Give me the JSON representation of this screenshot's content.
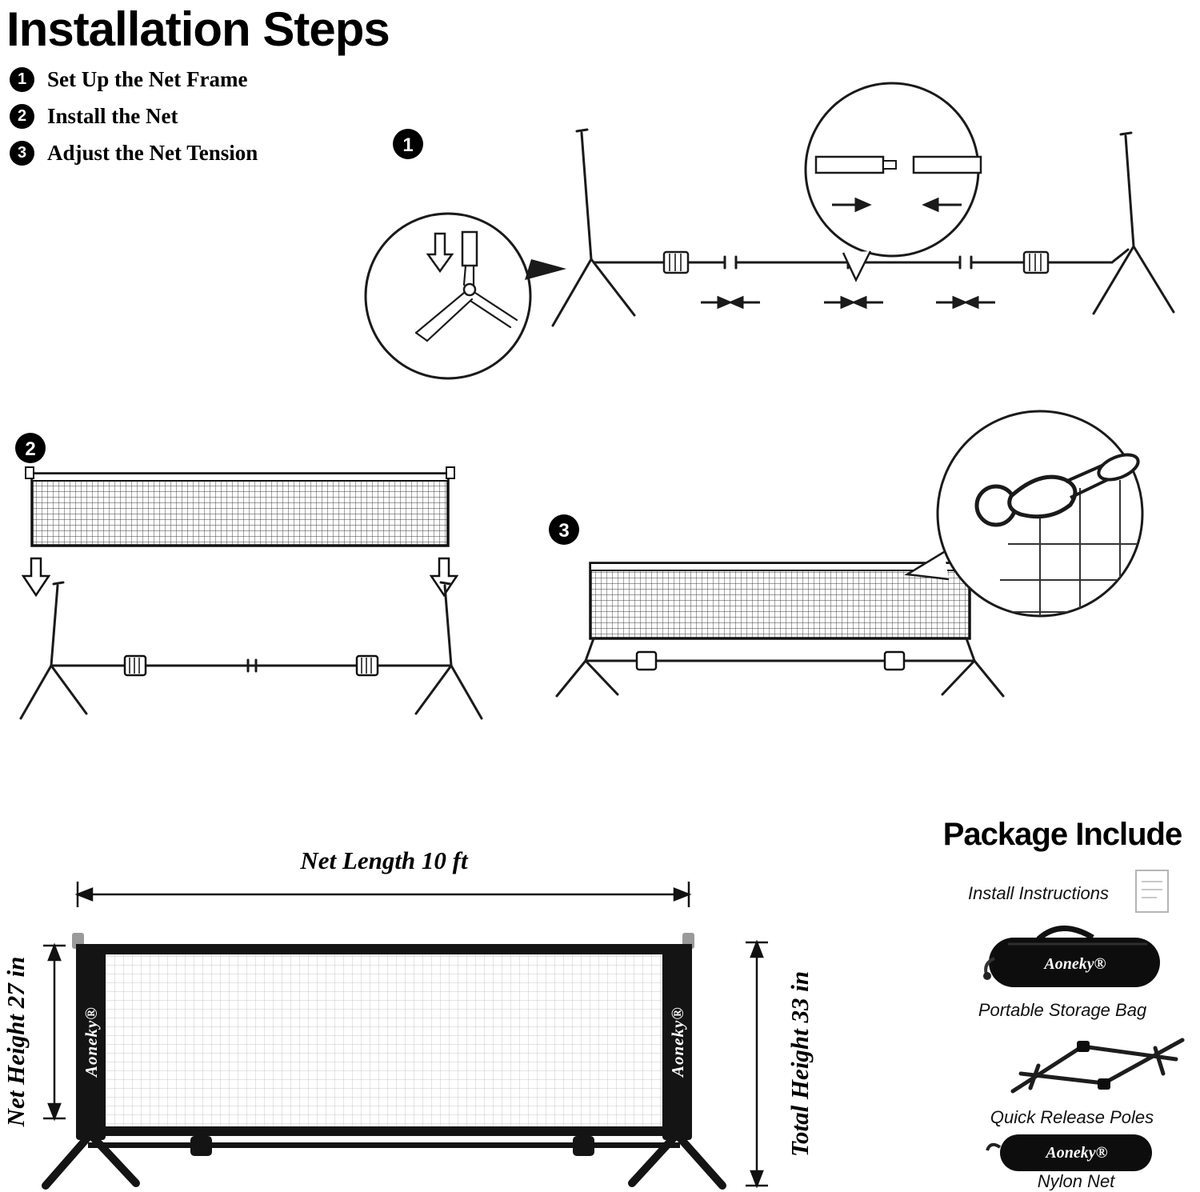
{
  "title": "Installation Steps",
  "steps": [
    {
      "marker": "1",
      "label": "Set Up the Net Frame"
    },
    {
      "marker": "2",
      "label": "Install the Net"
    },
    {
      "marker": "3",
      "label": "Adjust the Net Tension"
    }
  ],
  "product": {
    "brand": "Aoneky®",
    "net_length_label": "Net Length 10 ft",
    "net_height_label": "Net Height 27 in",
    "total_height_label": "Total Height 33 in"
  },
  "package": {
    "title": "Package Include",
    "bag_brand": "Aoneky®",
    "net_brand": "Aoneky®",
    "items": [
      {
        "label": "Install Instructions",
        "icon": "manual-booklet-icon"
      },
      {
        "label": "Portable Storage Bag",
        "icon": "storage-bag-icon"
      },
      {
        "label": "Quick Release Poles",
        "icon": "folded-poles-icon"
      },
      {
        "label": "Nylon Net",
        "icon": "net-bag-icon"
      }
    ]
  }
}
